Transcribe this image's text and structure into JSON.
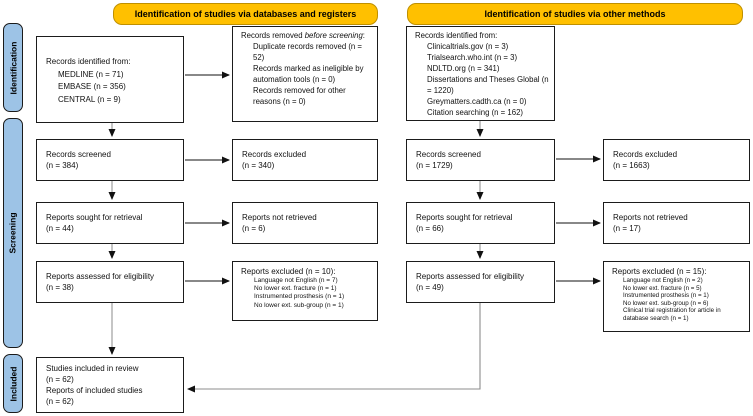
{
  "banners": {
    "databases": "Identification of studies via databases and registers",
    "other": "Identification of studies via other methods"
  },
  "sidebar": {
    "identification": "Identification",
    "screening": "Screening",
    "included": "Included"
  },
  "colors": {
    "banner_bg": "#FFC000",
    "banner_border": "#BF9000",
    "sidebar_bg": "#9DC3E6",
    "connector_gray": "#A6A6A6",
    "connector_dark": "#404040",
    "arrowhead": "#111111"
  },
  "db_flow": {
    "identified": {
      "intro": "Records identified from:",
      "items": [
        "MEDLINE (n = 71)",
        "EMBASE (n = 356)",
        "CENTRAL (n = 9)"
      ]
    },
    "removed": {
      "prefix": "Records removed ",
      "italic": "before screening",
      "suffix": ":",
      "items": [
        "Duplicate records removed (n = 52)",
        "Records marked as ineligible by automation tools (n = 0)",
        "Records removed for other reasons (n = 0)"
      ]
    },
    "screened": {
      "label": "Records screened",
      "n": "(n = 384)"
    },
    "records_excluded": {
      "label": "Records excluded",
      "n": "(n = 340)"
    },
    "sought": {
      "label": "Reports sought for retrieval",
      "n": "(n = 44)"
    },
    "not_retrieved": {
      "label": "Reports not retrieved",
      "n": "(n = 6)"
    },
    "assessed": {
      "label": "Reports assessed for eligibility",
      "n": "(n = 38)"
    },
    "reports_excluded": {
      "heading": "Reports excluded (n = 10):",
      "items": [
        "Language not English (n = 7)",
        "No lower ext. fracture (n = 1)",
        "Instrumented prosthesis (n = 1)",
        "No lower ext. sub-group (n = 1)"
      ]
    }
  },
  "other_flow": {
    "identified": {
      "intro": "Records identified from:",
      "items": [
        "Clinicaltrials.gov (n = 3)",
        "Trialsearch.who.int (n = 3)",
        "NDLTD.org (n = 341)",
        "Dissertations and Theses Global (n = 1220)",
        "Greymatters.cadth.ca (n = 0)",
        "Citation searching (n = 162)"
      ]
    },
    "screened": {
      "label": "Records screened",
      "n": "(n = 1729)"
    },
    "records_excluded": {
      "label": "Records excluded",
      "n": "(n = 1663)"
    },
    "sought": {
      "label": "Reports sought for retrieval",
      "n": "(n = 66)"
    },
    "not_retrieved": {
      "label": "Reports not retrieved",
      "n": "(n = 17)"
    },
    "assessed": {
      "label": "Reports assessed for eligibility",
      "n": "(n = 49)"
    },
    "reports_excluded": {
      "heading": "Reports excluded (n = 15):",
      "items": [
        "Language not English (n = 2)",
        "No lower ext. fracture (n = 5)",
        "Instrumented prosthesis (n = 1)",
        "No lower ext. sub-group (n = 6)",
        "Clinical trial registration for article in database search (n = 1)"
      ]
    }
  },
  "included_box": {
    "line1": "Studies included in review",
    "n1": "(n = 62)",
    "line2": "Reports of included studies",
    "n2": "(n = 62)"
  }
}
